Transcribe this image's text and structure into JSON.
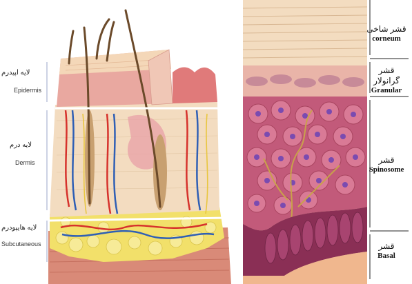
{
  "left": {
    "epidermis": {
      "fa": "لایه اپیدرم",
      "en": "Epidermis"
    },
    "dermis": {
      "fa": "لایه درم",
      "en": "Dermis"
    },
    "subcutaneous": {
      "fa": "لایه هایپودرم",
      "en": "Subcutaneous"
    }
  },
  "right": {
    "corneum": {
      "fa": "قشر شاخی",
      "en": "corneum"
    },
    "granular": {
      "fa": "قشر گرانولار",
      "en": "Granular"
    },
    "spinosome": {
      "fa": "قشر",
      "en": "Spinosome"
    },
    "basal": {
      "fa": "قشر",
      "en": "Basal"
    }
  },
  "colors": {
    "epidermis": "#e9a8a0",
    "dermis": "#f3dcc0",
    "fat": "#f2e06a",
    "muscle": "#d98a78",
    "artery": "#d6322c",
    "vein": "#2f5fb5",
    "hair": "#6b4a2a",
    "spinous_cell": "#c25a7a",
    "nucleus": "#7a4bb0"
  }
}
